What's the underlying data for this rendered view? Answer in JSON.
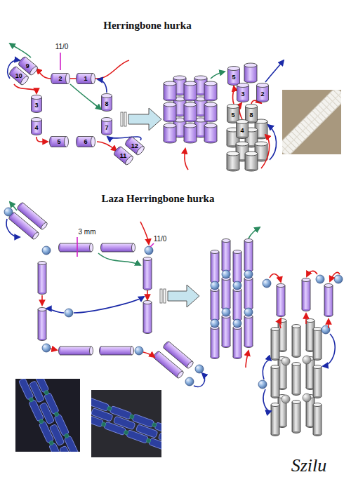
{
  "diagram": {
    "title": "Herringbone hurka",
    "nodes": [
      {
        "text": [
          "9"
        ]
      },
      {
        "text": [
          "10"
        ]
      },
      {
        "text": [
          "2"
        ]
      },
      {
        "text": [
          "1"
        ]
      },
      {
        "text": [
          "3"
        ]
      },
      {
        "text": [
          "8"
        ]
      },
      {
        "text": [
          "4"
        ]
      },
      {
        "text": [
          "7"
        ]
      },
      {
        "text": [
          "5"
        ]
      },
      {
        "text": [
          "6"
        ]
      },
      {
        "text": [
          "12"
        ]
      },
      {
        "text": [
          "11"
        ]
      },
      {
        "text": [
          "5"
        ]
      },
      {
        "text": [
          "3"
        ]
      },
      {
        "text": [
          "2"
        ]
      },
      {
        "text": [
          "5"
        ]
      },
      {
        "text": [
          "8"
        ]
      },
      {
        "text": [
          "4"
        ]
      }
    ],
    "labels": [
      "11/0",
      "Laza Herringbone hurka",
      "3 mm",
      "11/0",
      "Szilu"
    ]
  }
}
